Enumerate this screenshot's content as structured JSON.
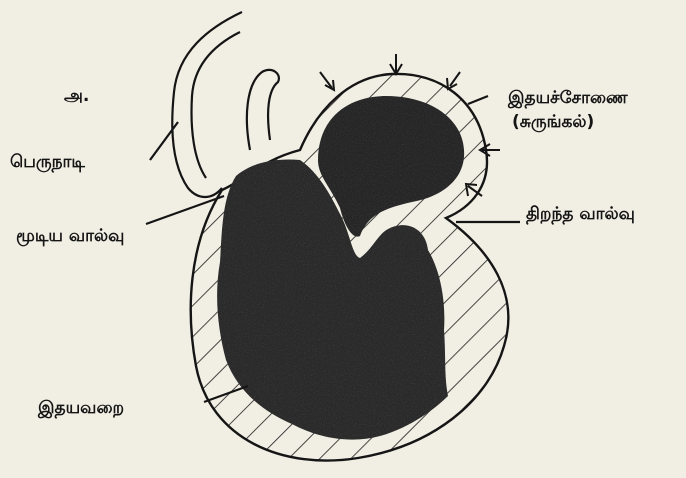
{
  "labels": {
    "figure_letter": "அ.",
    "aorta": "பெருநாடி",
    "closed_valve": "மூடிய வால்வு",
    "atrium": "இதயச்சோணை",
    "contracting": "(சுருங்கல்)",
    "open_valve": "திறந்த வால்வு",
    "ventricle": "இதயவறை"
  },
  "colors": {
    "background": "#f1efe4",
    "ink": "#151515",
    "chamber_fill": "#2a2a2a"
  }
}
